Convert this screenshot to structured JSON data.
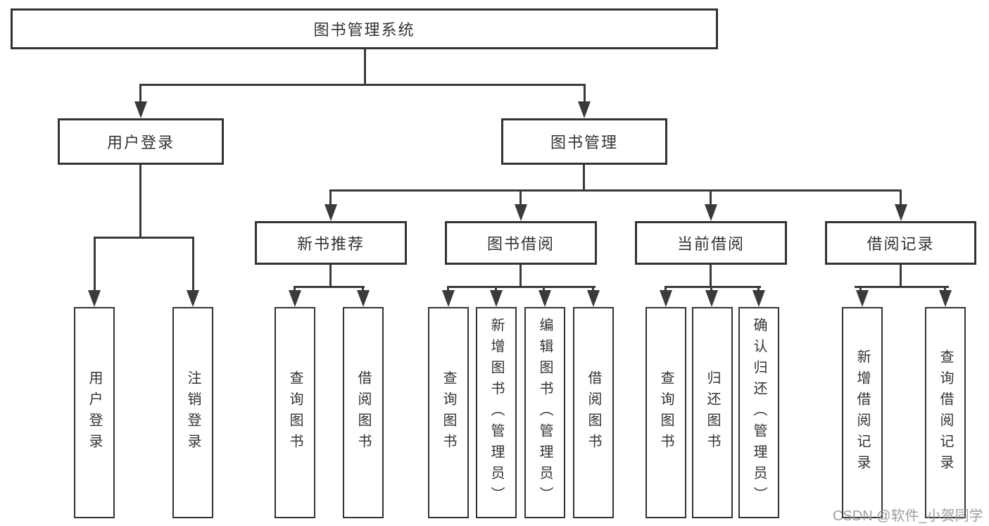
{
  "colors": {
    "line": "#3a3a3a",
    "box_border": "#333333",
    "text": "#333333",
    "watermark_gray": "#9d9d9d",
    "background": "#ffffff"
  },
  "watermark": "CSDN @软件_小贺同学",
  "nodes": {
    "root": {
      "label": "图书管理系统"
    },
    "userLogin": {
      "label": "用户登录"
    },
    "bookMgmt": {
      "label": "图书管理"
    },
    "newBookRec": {
      "label": "新书推荐"
    },
    "bookBorrow": {
      "label": "图书借阅"
    },
    "currentBorrow": {
      "label": "当前借阅"
    },
    "borrowRecord": {
      "label": "借阅记录"
    },
    "loginLeaf": {
      "label": "用户登录"
    },
    "logoutLeaf": {
      "label": "注销登录"
    },
    "nbQuery": {
      "label": "查询图书"
    },
    "nbBorrow": {
      "label": "借阅图书"
    },
    "bbQuery": {
      "label": "查询图书"
    },
    "bbAdd": {
      "label": "新增图书（管理员）"
    },
    "bbEdit": {
      "label": "编辑图书（管理员）"
    },
    "bbBorrow": {
      "label": "借阅图书"
    },
    "cbQuery": {
      "label": "查询图书"
    },
    "cbReturn": {
      "label": "归还图书"
    },
    "cbConfirm": {
      "label": "确认归还（管理员）"
    },
    "brAdd": {
      "label": "新增借阅记录"
    },
    "brQuery": {
      "label": "查询借阅记录"
    }
  }
}
